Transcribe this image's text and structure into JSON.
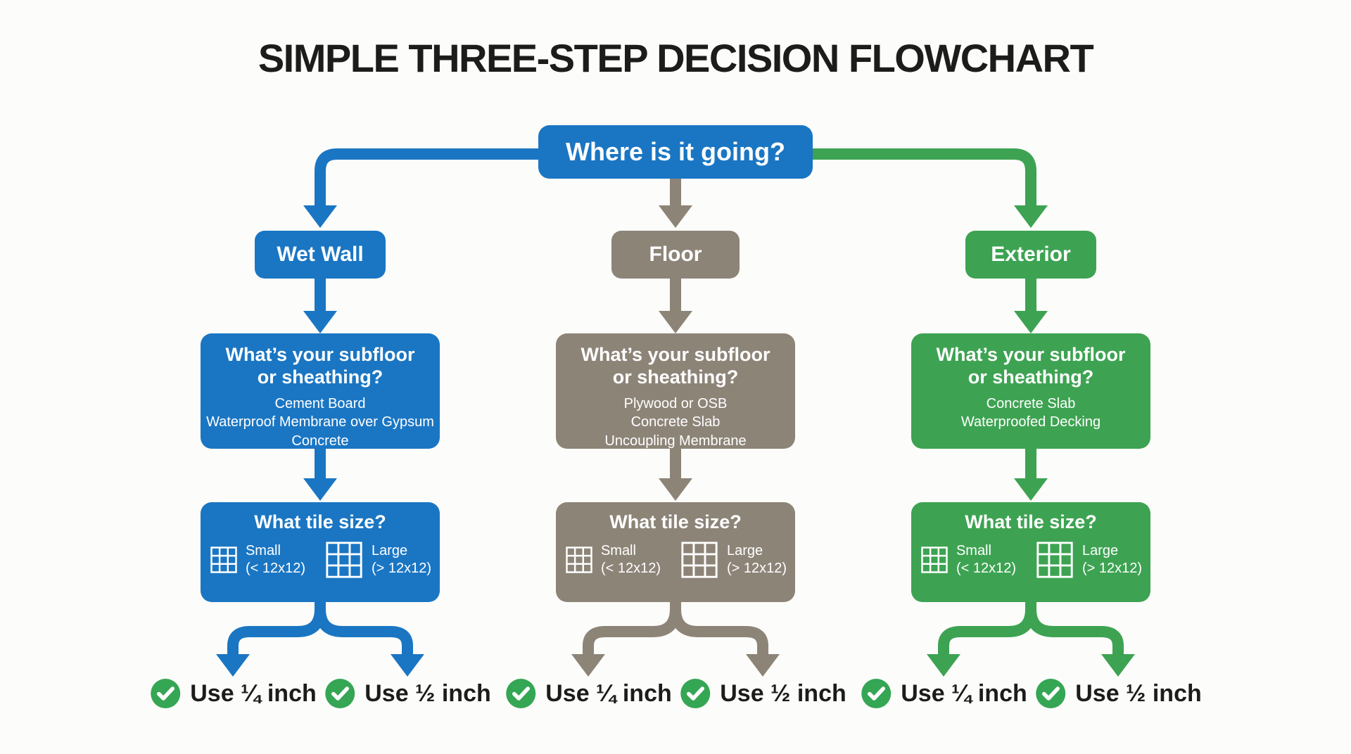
{
  "page": {
    "title": "SIMPLE THREE-STEP DECISION FLOWCHART"
  },
  "root": {
    "label": "Where is it going?"
  },
  "colors": {
    "blue": "#1a76c3",
    "gray": "#8d8478",
    "green": "#3da352",
    "check": "#35a654",
    "text": "#1c1c1a",
    "bg": "#fcfcfa"
  },
  "columns": [
    {
      "branch_label": "Wet Wall",
      "subfloor": {
        "heading": "What’s your subfloor\nor sheathing?",
        "options": [
          "Cement Board",
          "Waterproof Membrane over Gypsum",
          "Concrete"
        ]
      },
      "tile": {
        "heading": "What tile size?",
        "small": {
          "label": "Small",
          "size": "(< 12x12)"
        },
        "large": {
          "label": "Large",
          "size": "(> 12x12)"
        }
      },
      "outcomes": [
        {
          "label": "Use ¼ inch"
        },
        {
          "label": "Use ½ inch"
        }
      ]
    },
    {
      "branch_label": "Floor",
      "subfloor": {
        "heading": "What’s your subfloor\nor sheathing?",
        "options": [
          "Plywood or OSB",
          "Concrete Slab",
          "Uncoupling Membrane"
        ]
      },
      "tile": {
        "heading": "What tile size?",
        "small": {
          "label": "Small",
          "size": "(< 12x12)"
        },
        "large": {
          "label": "Large",
          "size": "(> 12x12)"
        }
      },
      "outcomes": [
        {
          "label": "Use ¼ inch"
        },
        {
          "label": "Use ½ inch"
        }
      ]
    },
    {
      "branch_label": "Exterior",
      "subfloor": {
        "heading": "What’s your subfloor\nor sheathing?",
        "options": [
          "Concrete Slab",
          "Waterproofed Decking"
        ]
      },
      "tile": {
        "heading": "What tile size?",
        "small": {
          "label": "Small",
          "size": "(< 12x12)"
        },
        "large": {
          "label": "Large",
          "size": "(> 12x12)"
        }
      },
      "outcomes": [
        {
          "label": "Use ¼ inch"
        },
        {
          "label": "Use ½ inch"
        }
      ]
    }
  ]
}
